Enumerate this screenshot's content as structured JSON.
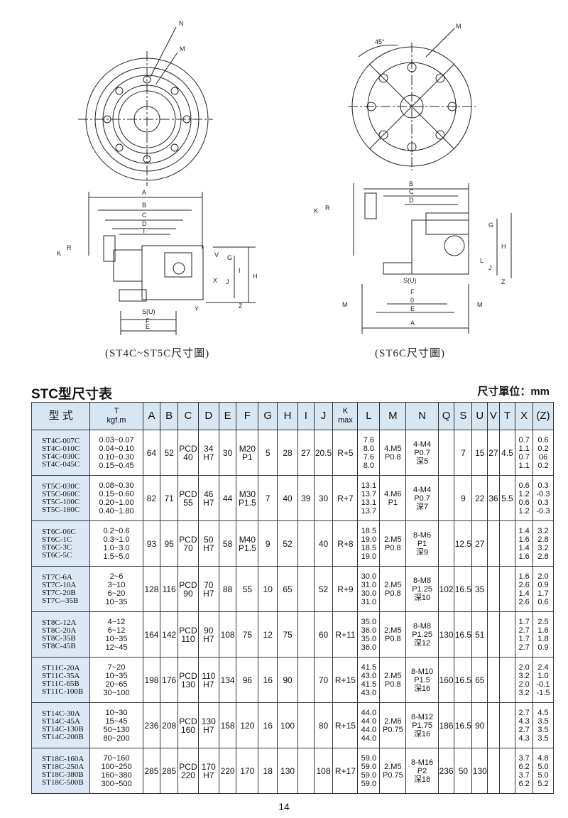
{
  "captions": {
    "left": "(ST4C~ST5C尺寸圖)",
    "right": "(ST6C尺寸圖)"
  },
  "drawing_labels": {
    "left_top": [
      "N",
      "M"
    ],
    "left_side": [
      "A",
      "B",
      "C",
      "D",
      "T",
      "K",
      "R",
      "V",
      "G",
      "I",
      "H",
      "X",
      "J",
      "Z",
      "Y",
      "S(U)",
      "F",
      "E"
    ],
    "right_top": [
      "M",
      "45°"
    ],
    "right_side": [
      "B",
      "C",
      "D",
      "K",
      "R",
      "G",
      "L",
      "J",
      "H",
      "Z",
      "S(U)",
      "F",
      "0",
      "E",
      "A",
      "M",
      "M"
    ]
  },
  "table_title": "STC型尺寸表",
  "unit_label": "尺寸單位：mm",
  "headers": [
    "型 式",
    "T\nkgf.m",
    "A",
    "B",
    "C",
    "D",
    "E",
    "F",
    "G",
    "H",
    "I",
    "J",
    "K\nmax",
    "L",
    "M",
    "N",
    "Q",
    "S",
    "U",
    "V",
    "T",
    "X",
    "(Z)"
  ],
  "rows": [
    {
      "models": [
        "ST4C-007C",
        "ST4C-010C",
        "ST4C-030C",
        "ST4C-045C"
      ],
      "t": [
        "0.03~0.07",
        "0.04~0.10",
        "0.10~0.30",
        "0.15~0.45"
      ],
      "a": "64",
      "b": "52",
      "c": "PCD\n40",
      "d": "34\nH7",
      "e": "30",
      "f": "M20\nP1",
      "g": "5",
      "h": "28",
      "i": "27",
      "j": "20.5",
      "k": "R+5",
      "l": [
        "7.6",
        "8.0",
        "7.6",
        "8.0"
      ],
      "m": "4.M5\nP0.8",
      "n": "4-M4\nP0.7\n深5",
      "q": "",
      "s": "7",
      "u": "15",
      "v": "27",
      "tt": "4.5",
      "x": [
        "0.7",
        "1.1",
        "0.7",
        "1.1"
      ],
      "z": [
        "0.6",
        "0.2",
        "06",
        "0.2"
      ]
    },
    {
      "models": [
        "ST5C-030C",
        "ST5C-060C",
        "ST5C-100C",
        "ST5C-180C"
      ],
      "t": [
        "0.08~0.30",
        "0.15~0.60",
        "0.20~1.00",
        "0.40~1.80"
      ],
      "a": "82",
      "b": "71",
      "c": "PCD\n55",
      "d": "46\nH7",
      "e": "44",
      "f": "M30\nP1.5",
      "g": "7",
      "h": "40",
      "i": "39",
      "j": "30",
      "k": "R+7",
      "l": [
        "13.1",
        "13.7",
        "13.1",
        "13.7"
      ],
      "m": "4.M6\nP1",
      "n": "4-M4\nP0.7\n深7",
      "q": "",
      "s": "9",
      "u": "22",
      "v": "36",
      "tt": "5.5",
      "x": [
        "0.6",
        "1.2",
        "0.6",
        "1.2"
      ],
      "z": [
        "0.3",
        "-0.3",
        "0.3",
        "-0.3"
      ]
    },
    {
      "models": [
        "ST6C-06C",
        "ST6C-1C",
        "ST6C-3C",
        "ST6C-5C"
      ],
      "t": [
        "0.2~0.6",
        "0.3~1.0",
        "1.0~3.0",
        "1.5~5.0"
      ],
      "a": "93",
      "b": "95",
      "c": "PCD\n70",
      "d": "50\nH7",
      "e": "58",
      "f": "M40\nP1.5",
      "g": "9",
      "h": "52",
      "i": "",
      "j": "40",
      "k": "R+8",
      "l": [
        "18.5",
        "19.0",
        "18.5",
        "19.0"
      ],
      "m": "2.M5\nP0.8",
      "n": "8-M6\nP1\n深9",
      "q": "",
      "s": "12.5",
      "u": "27",
      "v": "",
      "tt": "",
      "x": [
        "1.4",
        "1.6",
        "1.4",
        "1.6"
      ],
      "z": [
        "3.2",
        "2.8",
        "3.2",
        "2.8"
      ]
    },
    {
      "models": [
        "ST7C-6A",
        "ST7C-10A",
        "ST7C-20B",
        "ST7C--35B"
      ],
      "t": [
        "2~6",
        "3~10",
        "6~20",
        "10~35"
      ],
      "a": "128",
      "b": "116",
      "c": "PCD\n90",
      "d": "70\nH7",
      "e": "88",
      "f": "55",
      "g": "10",
      "h": "65",
      "i": "",
      "j": "52",
      "k": "R+9",
      "l": [
        "30.0",
        "31.0",
        "30.0",
        "31.0"
      ],
      "m": "2.M5\nP0.8",
      "n": "8-M8\nP1.25\n深10",
      "q": "102",
      "s": "16.5",
      "u": "35",
      "v": "",
      "tt": "",
      "x": [
        "1.6",
        "2.6",
        "1.4",
        "2.6"
      ],
      "z": [
        "2.0",
        "0.9",
        "1.7",
        "0.6"
      ]
    },
    {
      "models": [
        "ST8C-12A",
        "ST8C-20A",
        "ST8C-35B",
        "ST8C-45B"
      ],
      "t": [
        "4~12",
        "6~12",
        "10~35",
        "12~45"
      ],
      "a": "164",
      "b": "142",
      "c": "PCD\n110",
      "d": "90\nH7",
      "e": "108",
      "f": "75",
      "g": "12",
      "h": "75",
      "i": "",
      "j": "60",
      "k": "R+11",
      "l": [
        "35.0",
        "36.0",
        "35.0",
        "36.0"
      ],
      "m": "2.M5\nP0.8",
      "n": "8-M8\nP1.25\n深12",
      "q": "130",
      "s": "16.5",
      "u": "51",
      "v": "",
      "tt": "",
      "x": [
        "1.7",
        "2.7",
        "1.7",
        "2.7"
      ],
      "z": [
        "2.5",
        "1.6",
        "1.8",
        "0.9"
      ]
    },
    {
      "models": [
        "ST11C-20A",
        "ST11C-35A",
        "ST11C-65B",
        "ST11C-100B"
      ],
      "t": [
        "7~20",
        "10~35",
        "20~65",
        "30~100"
      ],
      "a": "198",
      "b": "176",
      "c": "PCD\n130",
      "d": "110\nH7",
      "e": "134",
      "f": "96",
      "g": "16",
      "h": "90",
      "i": "",
      "j": "70",
      "k": "R+15",
      "l": [
        "41.5",
        "43.0",
        "41.5",
        "43.0"
      ],
      "m": "2.M5\nP0.8",
      "n": "8-M10\nP1.5\n深16",
      "q": "160",
      "s": "16.5",
      "u": "65",
      "v": "",
      "tt": "",
      "x": [
        "2.0",
        "3.2",
        "2.0",
        "3.2"
      ],
      "z": [
        "2.4",
        "1.0",
        "-0.1",
        "-1.5"
      ]
    },
    {
      "models": [
        "ST14C-30A",
        "ST14C-45A",
        "ST14C-130B",
        "ST14C-200B"
      ],
      "t": [
        "10~30",
        "15~45",
        "50~130",
        "80~200"
      ],
      "a": "236",
      "b": "208",
      "c": "PCD\n160",
      "d": "130\nH7",
      "e": "158",
      "f": "120",
      "g": "16",
      "h": "100",
      "i": "",
      "j": "80",
      "k": "R+15",
      "l": [
        "44.0",
        "44.0",
        "44.0",
        "44.0"
      ],
      "m": "2.M6\nP0.75",
      "n": "8-M12\nP1.75\n深16",
      "q": "186",
      "s": "16.5",
      "u": "90",
      "v": "",
      "tt": "",
      "x": [
        "2.7",
        "4.3",
        "2.7",
        "4.3"
      ],
      "z": [
        "4.5",
        "3.5",
        "3.5",
        "3.5"
      ]
    },
    {
      "models": [
        "ST18C-160A",
        "ST18C-250A",
        "ST18C-380B",
        "ST18C-500B"
      ],
      "t": [
        "70~160",
        "100~250",
        "160~380",
        "300~500"
      ],
      "a": "285",
      "b": "285",
      "c": "PCD\n220",
      "d": "170\nH7",
      "e": "220",
      "f": "170",
      "g": "18",
      "h": "130",
      "i": "",
      "j": "108",
      "k": "R+17",
      "l": [
        "59.0",
        "59.0",
        "59.0",
        "59.0"
      ],
      "m": "2.M5\nP0.75",
      "n": "8-M16\nP2\n深18",
      "q": "236",
      "s": "50",
      "u": "130",
      "v": "",
      "tt": "",
      "x": [
        "3.7",
        "6.2",
        "3.7",
        "6.2"
      ],
      "z": [
        "4.8",
        "5.0",
        "5.0",
        "5.2"
      ]
    }
  ],
  "page_number": "14"
}
